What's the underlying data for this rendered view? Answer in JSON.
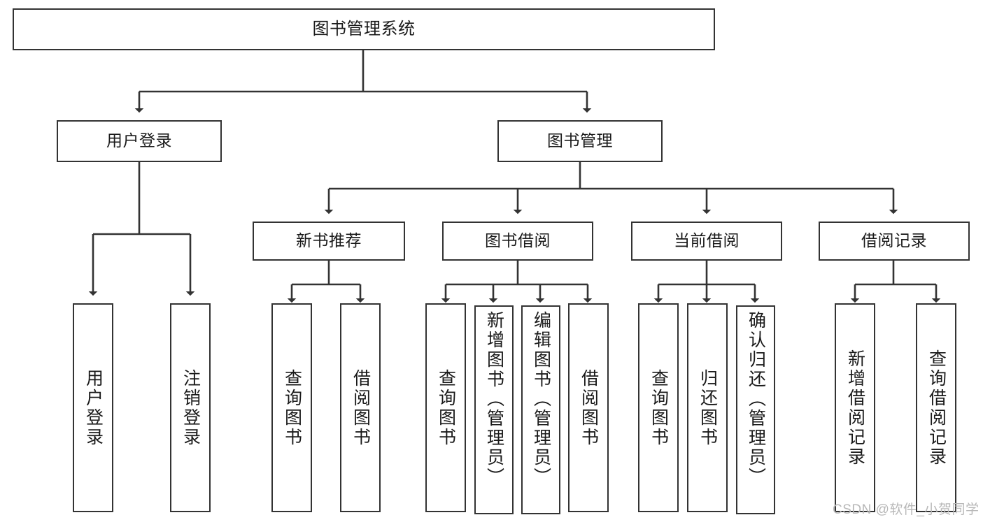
{
  "diagram": {
    "type": "tree-hierarchy",
    "title": "图书管理系统",
    "orientation": "top-down",
    "colors": {
      "box_stroke": "#333333",
      "box_fill": "#ffffff",
      "edge_stroke": "#333333",
      "text": "#1a1a1a",
      "watermark": "#b8b8b8",
      "background": "#ffffff"
    },
    "root": {
      "label": "图书管理系统"
    },
    "level1": [
      {
        "label": "用户登录"
      },
      {
        "label": "图书管理"
      }
    ],
    "level2": [
      {
        "label": "新书推荐"
      },
      {
        "label": "图书借阅"
      },
      {
        "label": "当前借阅"
      },
      {
        "label": "借阅记录"
      }
    ],
    "leaves": {
      "user_login": [
        {
          "label": "用户登录"
        },
        {
          "label": "注销登录"
        }
      ],
      "new_book_recommend": [
        {
          "label": "查询图书"
        },
        {
          "label": "借阅图书"
        }
      ],
      "book_borrow": [
        {
          "label": "查询图书"
        },
        {
          "label": "新增图书（管理员）"
        },
        {
          "label": "编辑图书（管理员）"
        },
        {
          "label": "借阅图书"
        }
      ],
      "current_borrow": [
        {
          "label": "查询图书"
        },
        {
          "label": "归还图书"
        },
        {
          "label": "确认归还（管理员）"
        }
      ],
      "borrow_record": [
        {
          "label": "新增借阅记录"
        },
        {
          "label": "查询借阅记录"
        }
      ]
    },
    "watermark": "CSDN @软件_小贺同学"
  }
}
